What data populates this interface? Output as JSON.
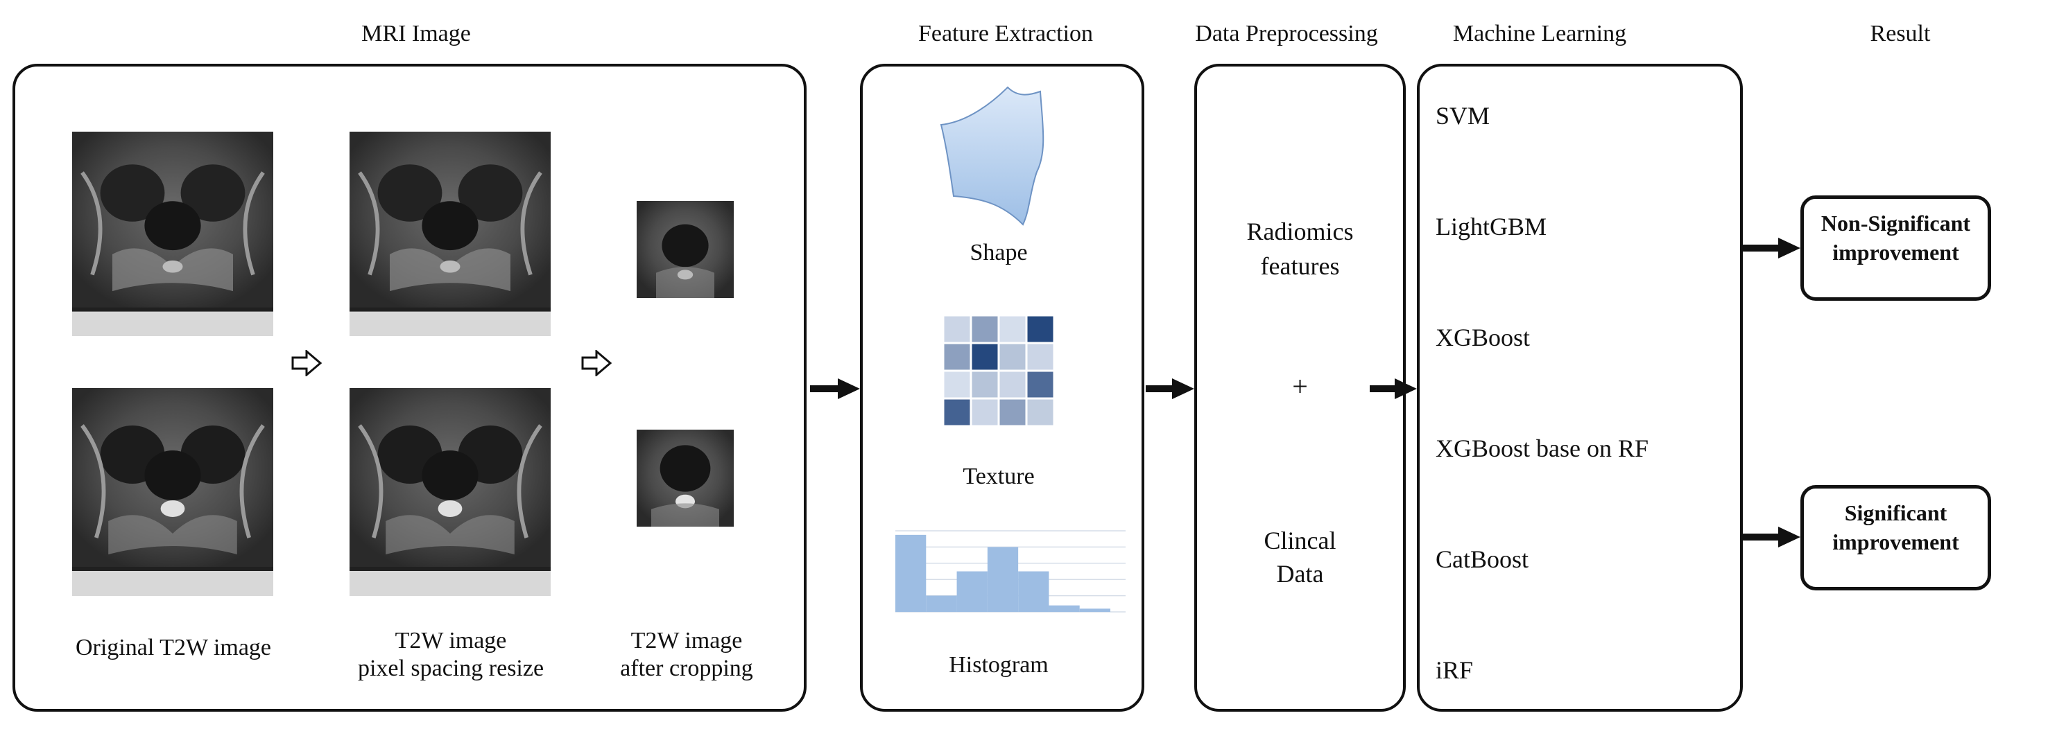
{
  "headers": {
    "mri_image": "MRI Image",
    "feature_extraction": "Feature Extraction",
    "data_preprocessing": "Data Preprocessing",
    "machine_learning": "Machine Learning",
    "result": "Result"
  },
  "mri": {
    "original_caption": "Original T2W image",
    "resize_caption_line1": "T2W image",
    "resize_caption_line2": "pixel spacing resize",
    "crop_caption_line1": "T2W image",
    "crop_caption_line2": "after cropping"
  },
  "features": {
    "shape_label": "Shape",
    "texture_label": "Texture",
    "histogram_label": "Histogram",
    "shape_color": "#b9d2f0",
    "texture_cells": [
      [
        0.15,
        0.45,
        0.1,
        0.95
      ],
      [
        0.45,
        0.95,
        0.25,
        0.15
      ],
      [
        0.1,
        0.25,
        0.15,
        0.75
      ],
      [
        0.8,
        0.15,
        0.45,
        0.2
      ]
    ],
    "histogram_bins": [
      0.95,
      0.2,
      0.5,
      0.8,
      0.5,
      0.08,
      0.04
    ]
  },
  "preprocessing": {
    "radiomics_line1": "Radiomics",
    "radiomics_line2": "features",
    "plus": "+",
    "clinical_line1": "Clincal",
    "clinical_line2": "Data"
  },
  "ml_models": [
    "SVM",
    "LightGBM",
    "XGBoost",
    "XGBoost base on RF",
    "CatBoost",
    "iRF"
  ],
  "results": {
    "non_significant_line1": "Non-Significant",
    "non_significant_line2": "improvement",
    "significant_line1": "Significant",
    "significant_line2": "improvement"
  }
}
